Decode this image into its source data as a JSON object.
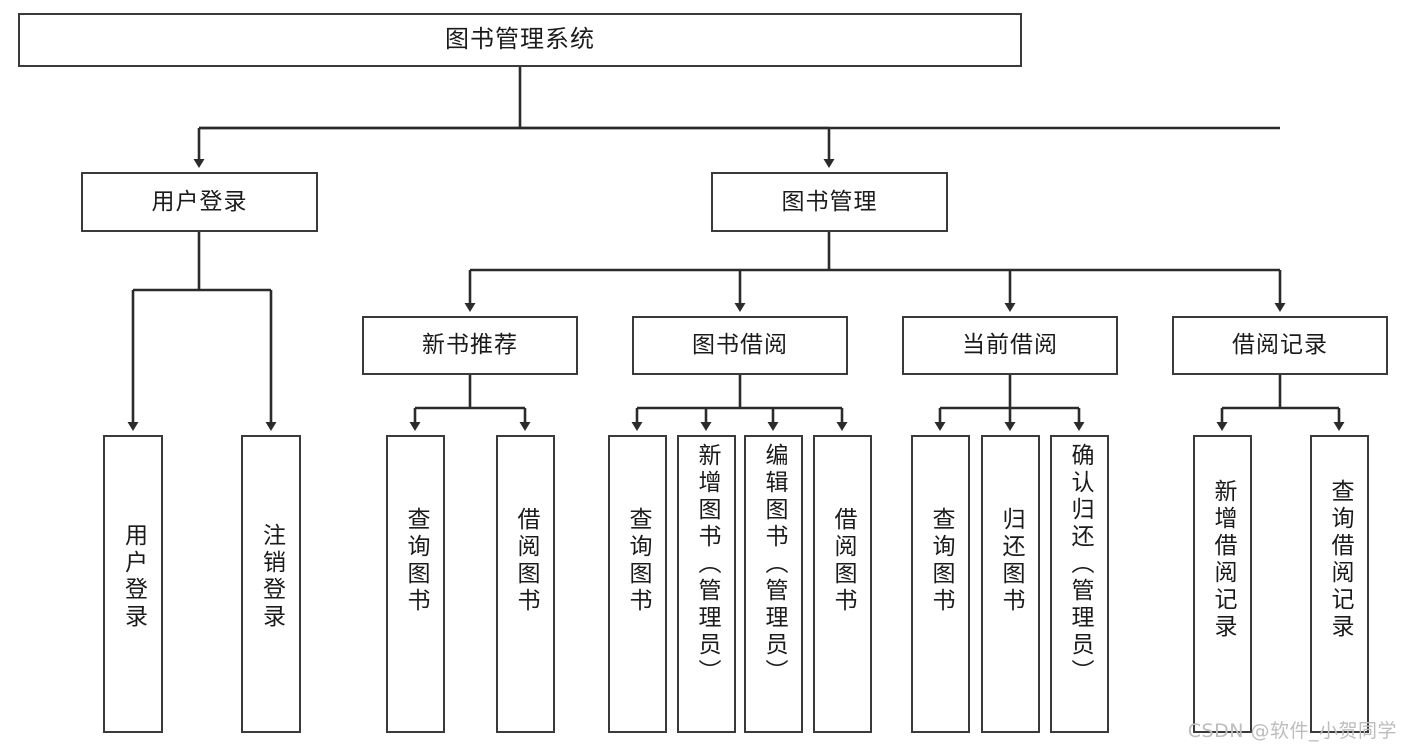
{
  "diagram": {
    "title": "图书管理系统",
    "type": "tree-hierarchy-chart",
    "stroke_color": "#3a3a3a",
    "fill_color": "#ffffff",
    "text_color": "#1b1b1b"
  },
  "nodes": {
    "root": {
      "label": "图书管理系统"
    },
    "level2": [
      {
        "id": "user-login",
        "label": "用户登录"
      },
      {
        "id": "book-manage",
        "label": "图书管理"
      }
    ],
    "level3": [
      {
        "id": "new-book-recommend",
        "label": "新书推荐"
      },
      {
        "id": "book-borrow",
        "label": "图书借阅"
      },
      {
        "id": "current-borrow",
        "label": "当前借阅"
      },
      {
        "id": "borrow-record",
        "label": "借阅记录"
      }
    ],
    "leaves": {
      "user_login": [
        {
          "id": "leaf-user-login",
          "label": "用户登录"
        },
        {
          "id": "leaf-logout-login",
          "label": "注销登录"
        }
      ],
      "new_book_recommend": [
        {
          "id": "leaf-query-book-1",
          "label": "查询图书"
        },
        {
          "id": "leaf-borrow-book-1",
          "label": "借阅图书"
        }
      ],
      "book_borrow": [
        {
          "id": "leaf-query-book-2",
          "label": "查询图书"
        },
        {
          "id": "leaf-add-book",
          "label": "新增图书（管理员）"
        },
        {
          "id": "leaf-edit-book",
          "label": "编辑图书（管理员）"
        },
        {
          "id": "leaf-borrow-book-2",
          "label": "借阅图书"
        }
      ],
      "current_borrow": [
        {
          "id": "leaf-query-book-3",
          "label": "查询图书"
        },
        {
          "id": "leaf-return-book",
          "label": "归还图书"
        },
        {
          "id": "leaf-confirm-return",
          "label": "确认归还（管理员）"
        }
      ],
      "borrow_record": [
        {
          "id": "leaf-add-record",
          "label": "新增借阅记录"
        },
        {
          "id": "leaf-query-record",
          "label": "查询借阅记录"
        }
      ]
    }
  },
  "watermark": {
    "text": "CSDN @软件_小贺同学"
  }
}
